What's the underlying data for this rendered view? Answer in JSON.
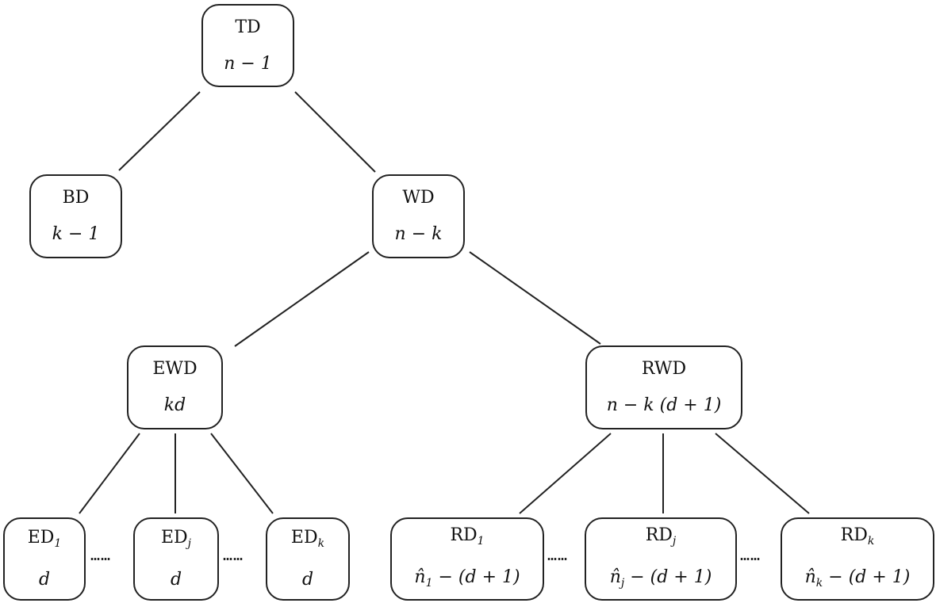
{
  "nodes": {
    "td": {
      "name": "TD",
      "value": "n − 1"
    },
    "bd": {
      "name": "BD",
      "value": "k − 1"
    },
    "wd": {
      "name": "WD",
      "value": "n − k"
    },
    "ewd": {
      "name": "EWD",
      "value": "kd"
    },
    "rwd": {
      "name": "RWD",
      "value": "n − k (d + 1)"
    },
    "ed1": {
      "name": "ED",
      "sub": "1",
      "value": "d"
    },
    "edj": {
      "name": "ED",
      "sub": "j",
      "value": "d"
    },
    "edk": {
      "name": "ED",
      "sub": "k",
      "value": "d"
    },
    "rd1": {
      "name": "RD",
      "sub": "1",
      "value_var": "n̂",
      "value_sub": "1",
      "value_rest": " − (d + 1)"
    },
    "rdj": {
      "name": "RD",
      "sub": "j",
      "value_var": "n̂",
      "value_sub": "j",
      "value_rest": " − (d + 1)"
    },
    "rdk": {
      "name": "RD",
      "sub": "k",
      "value_var": "n̂",
      "value_sub": "k",
      "value_rest": " − (d + 1)"
    }
  },
  "ellipsis": "……"
}
